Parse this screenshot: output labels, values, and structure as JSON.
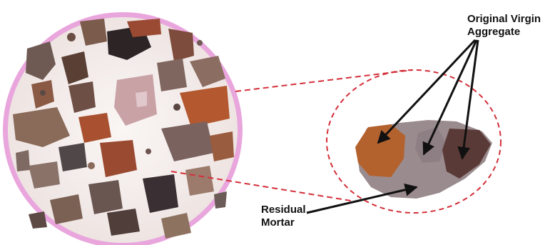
{
  "labels": {
    "aggregate_line1": "Original Virgin",
    "aggregate_line2": "Aggregate",
    "mortar_line1": "Residual",
    "mortar_line2": "Mortar"
  },
  "colors": {
    "mortar_matrix": "#f3ecea",
    "specimen_rim": "#d98fcf",
    "zoom_line": "#d4303a",
    "arrow": "#111111"
  }
}
